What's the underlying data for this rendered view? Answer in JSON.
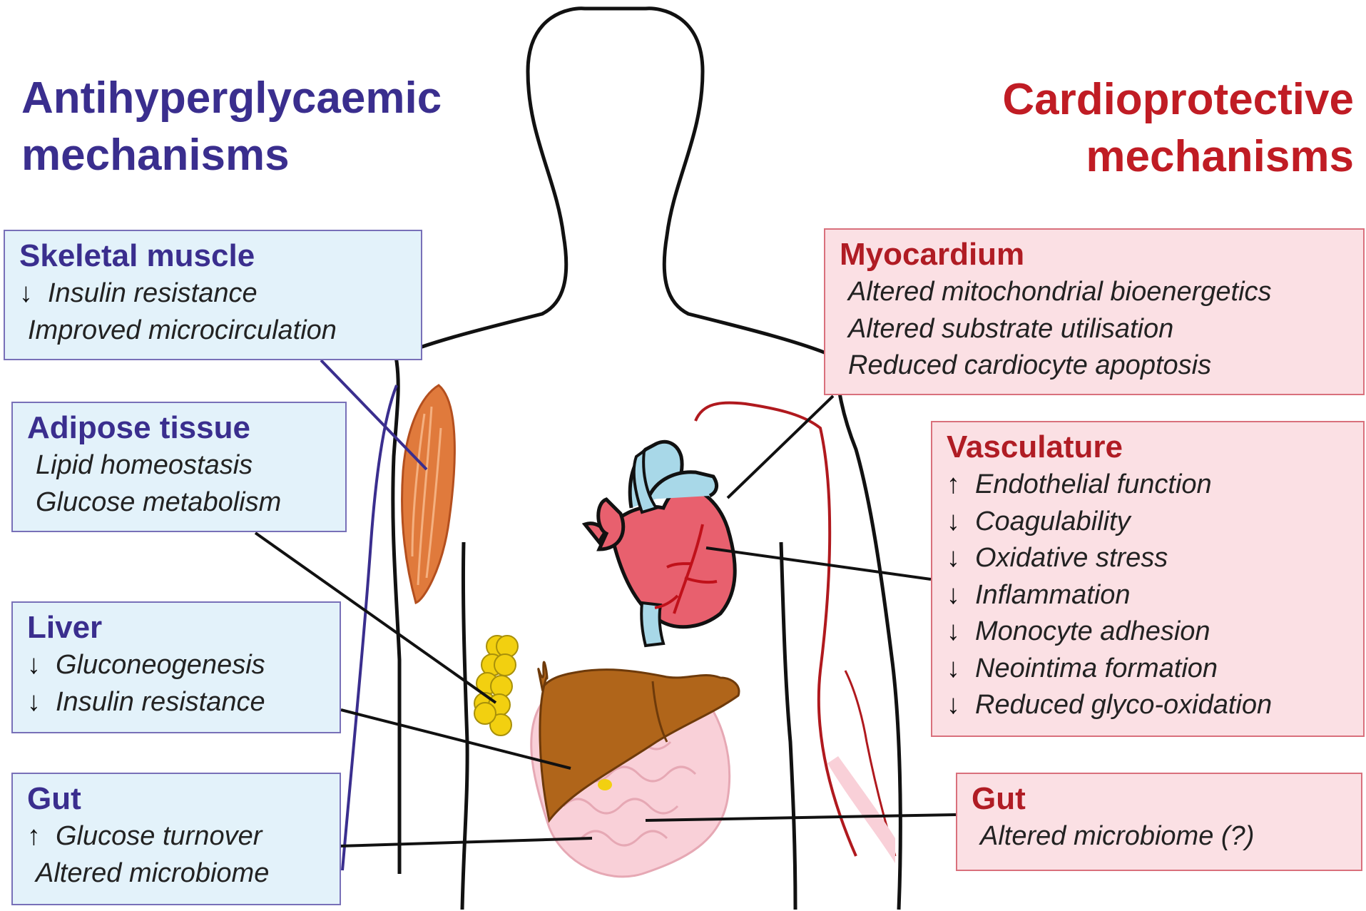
{
  "headings": {
    "left": [
      "Antihyperglycaemic",
      "mechanisms"
    ],
    "right": [
      "Cardioprotective",
      "mechanisms"
    ]
  },
  "left_boxes": {
    "skeletal_muscle": {
      "title": "Skeletal muscle",
      "items": [
        {
          "arrow": "down",
          "text": "Insulin resistance"
        },
        {
          "arrow": "",
          "text": "Improved microcirculation"
        }
      ]
    },
    "adipose_tissue": {
      "title": "Adipose tissue",
      "items": [
        {
          "arrow": "",
          "text": "Lipid homeostasis"
        },
        {
          "arrow": "",
          "text": "Glucose metabolism"
        }
      ]
    },
    "liver": {
      "title": "Liver",
      "items": [
        {
          "arrow": "down",
          "text": "Gluconeogenesis"
        },
        {
          "arrow": "down",
          "text": "Insulin resistance"
        }
      ]
    },
    "gut": {
      "title": "Gut",
      "items": [
        {
          "arrow": "up",
          "text": "Glucose turnover"
        },
        {
          "arrow": "",
          "text": "Altered microbiome"
        }
      ]
    }
  },
  "right_boxes": {
    "myocardium": {
      "title": "Myocardium",
      "items": [
        {
          "arrow": "",
          "text": "Altered mitochondrial bioenergetics"
        },
        {
          "arrow": "",
          "text": "Altered substrate utilisation"
        },
        {
          "arrow": "",
          "text": "Reduced cardiocyte apoptosis"
        }
      ]
    },
    "vasculature": {
      "title": "Vasculature",
      "items": [
        {
          "arrow": "up",
          "text": "Endothelial function"
        },
        {
          "arrow": "down",
          "text": "Coagulability"
        },
        {
          "arrow": "down",
          "text": "Oxidative stress"
        },
        {
          "arrow": "down",
          "text": "Inflammation"
        },
        {
          "arrow": "down",
          "text": "Monocyte adhesion"
        },
        {
          "arrow": "down",
          "text": "Neointima formation"
        },
        {
          "arrow": "down",
          "text": "Reduced glyco-oxidation"
        }
      ]
    },
    "gut": {
      "title": "Gut",
      "items": [
        {
          "arrow": "",
          "text": "Altered microbiome (?)"
        }
      ]
    }
  },
  "colors": {
    "antihyperglycaemic": "#3a2e8e",
    "cardioprotective": "#c01c24",
    "blue_box_fill": "#e3f2fa",
    "red_box_fill": "#fbe0e4",
    "heart": "#e8606e",
    "liver": "#b0651a",
    "adipose": "#f2d010",
    "muscle": "#e07a3c",
    "intestine": "#f9d0d8"
  },
  "arrow_glyphs": {
    "up": "🡹",
    "down": "🡻",
    "fallback_up": "↑",
    "fallback_down": "↓"
  }
}
